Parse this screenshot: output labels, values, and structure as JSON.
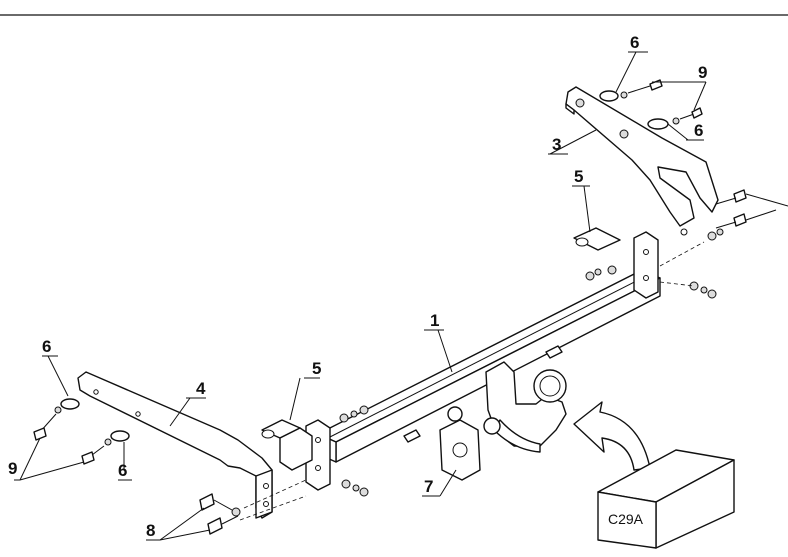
{
  "callouts": {
    "c1": "1",
    "c3": "3",
    "c4": "4",
    "c5_left": "5",
    "c5_right": "5",
    "c6_top": "6",
    "c6_right": "6",
    "c6_left_top": "6",
    "c6_left_bottom": "6",
    "c7": "7",
    "c8": "8",
    "c9_top": "9",
    "c9_left": "9"
  },
  "box_label": "C29A",
  "colors": {
    "line": "#111111",
    "background": "#ffffff"
  }
}
